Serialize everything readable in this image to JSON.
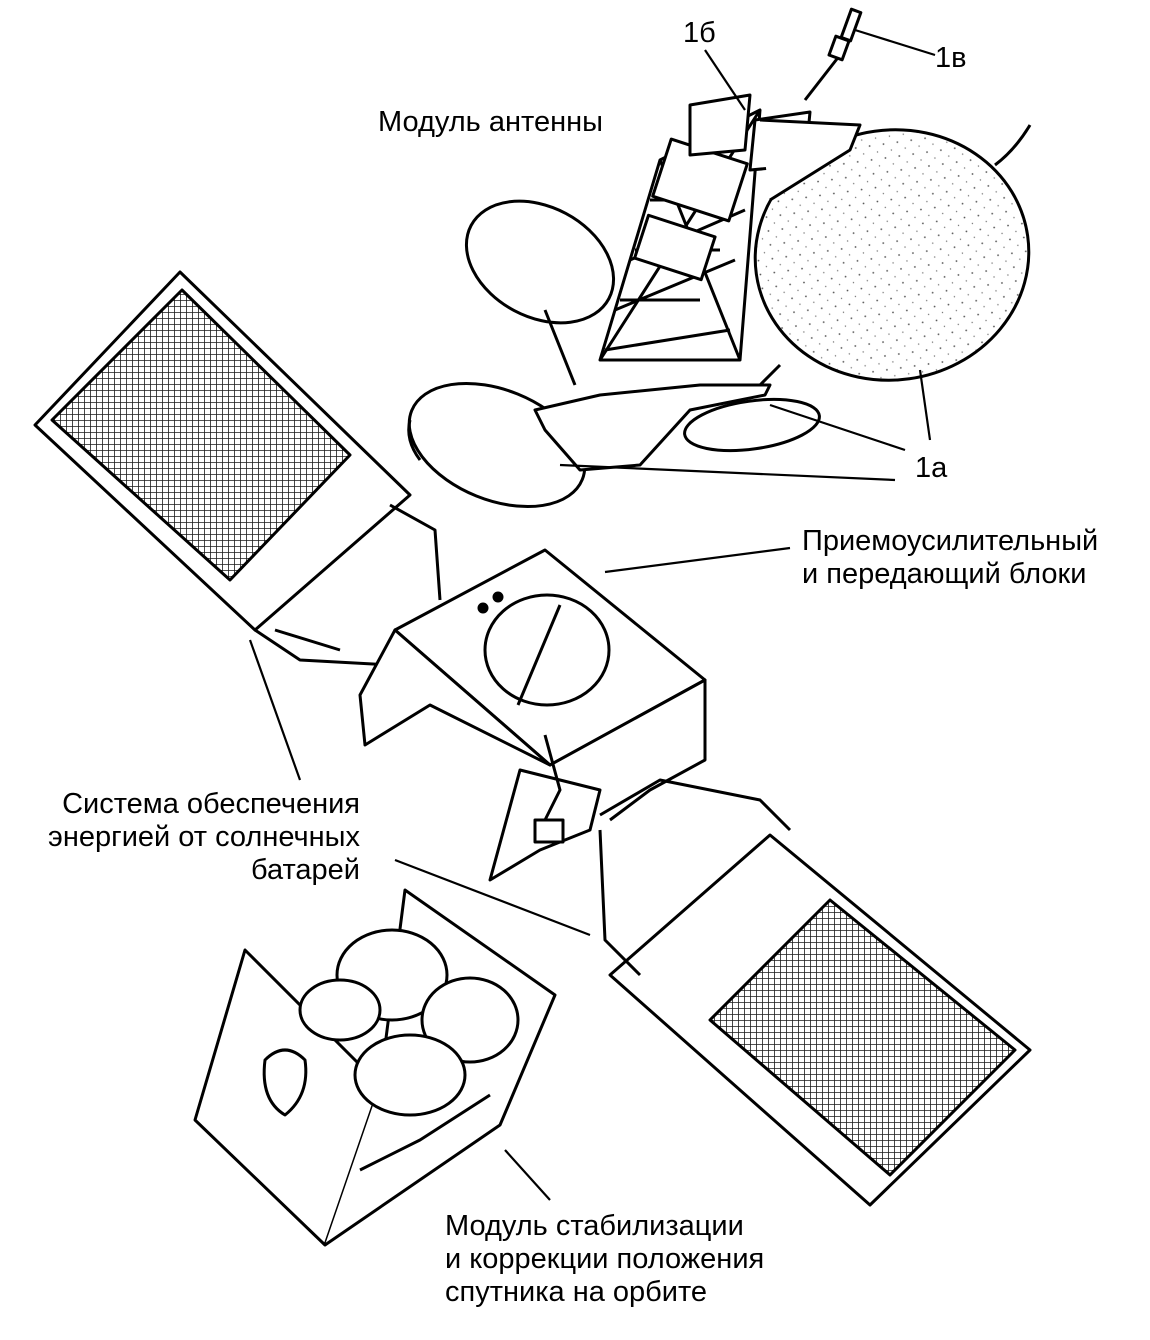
{
  "labels": {
    "antenna_module": "Модуль антенны",
    "callout_1b": "1б",
    "callout_1v": "1в",
    "callout_1a": "1а",
    "transceiver": [
      "Приемоусилительный",
      "и передающий блоки"
    ],
    "power_system": [
      "Система обеспечения",
      "энергией от солнечных",
      "батарей"
    ],
    "stabilization": [
      "Модуль стабилизации",
      "и коррекции положения",
      "спутника на орбите"
    ]
  },
  "colors": {
    "ink": "#000000",
    "paper": "#ffffff",
    "panel_grid": "#2a2a2a"
  }
}
